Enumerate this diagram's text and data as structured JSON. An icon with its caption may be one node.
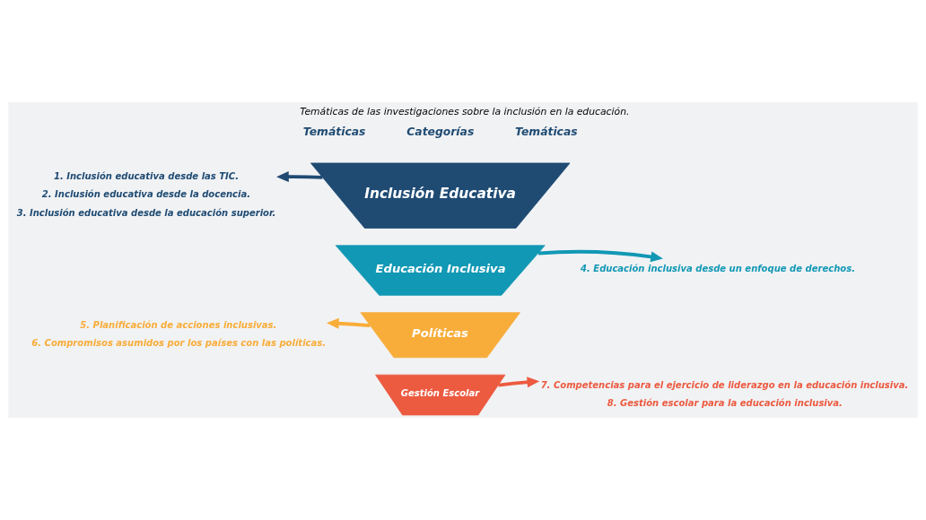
{
  "diagram": {
    "title": "Temáticas de las investigaciones sobre la inclusión en la educación.",
    "nodes": [
      {
        "text": [
          "Inclusión Educativa"
        ]
      },
      {
        "text": [
          "1. Inclusión educativa desde las TIC.",
          "2. Inclusión educativa desde la docencia.",
          "3. Inclusión educativa desde la educación superior."
        ]
      },
      {
        "text": [
          "Educación Inclusiva"
        ]
      },
      {
        "text": [
          "4. Educación inclusiva desde un enfoque de derechos."
        ]
      },
      {
        "text": [
          "Políticas"
        ]
      },
      {
        "text": [
          "5. Planificación de acciones inclusivas.",
          "6. Compromisos asumidos por los países con las políticas."
        ]
      },
      {
        "text": [
          "Gestión Escolar"
        ]
      },
      {
        "text": [
          "7. Competencias para el ejercicio de liderazgo en la educación inclusiva.",
          "8. Gestión escolar para la educación inclusiva."
        ]
      }
    ],
    "edges": [
      {
        "from": 0,
        "to": 1,
        "arrow": "to",
        "color": "#1f4b73"
      },
      {
        "from": 2,
        "to": 3,
        "arrow": "to",
        "color": "#1198b4"
      },
      {
        "from": 4,
        "to": 5,
        "arrow": "to",
        "color": "#f8ad3a"
      },
      {
        "from": 6,
        "to": 7,
        "arrow": "to",
        "color": "#ec5a40"
      }
    ],
    "labels": [
      "Temáticas",
      "Categorías",
      "Temáticas"
    ]
  }
}
